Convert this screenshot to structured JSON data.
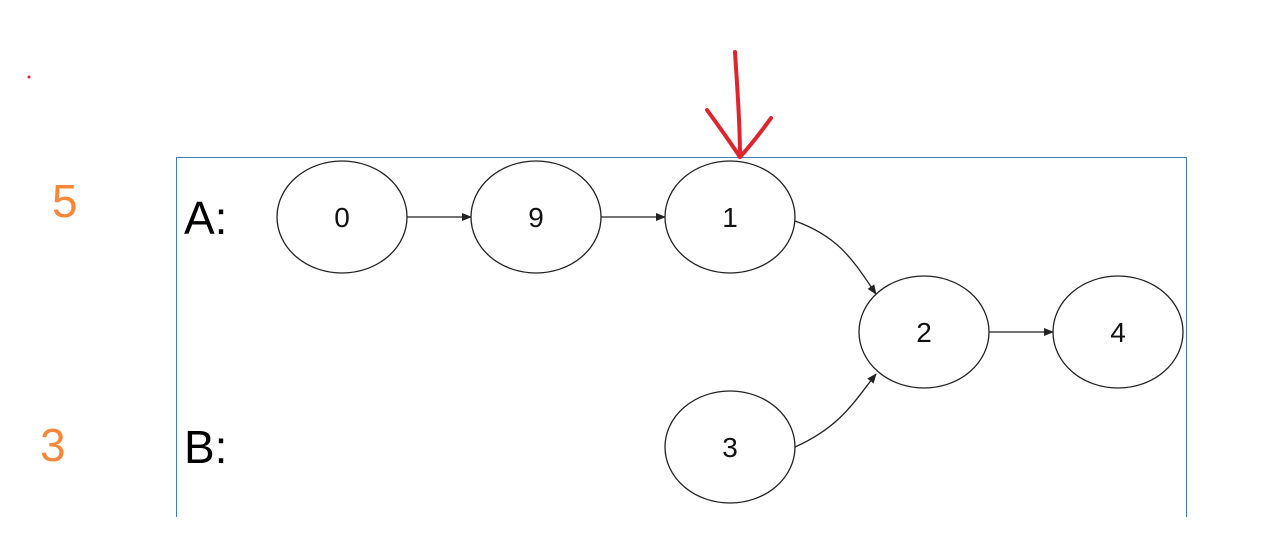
{
  "colors": {
    "count_label": "#f7883a",
    "pointer_arrow": "#e0242e",
    "frame": "#3b7fb6",
    "node_stroke": "#222222",
    "edge": "#222222"
  },
  "lists": {
    "a": {
      "label": "A:",
      "count": "5"
    },
    "b": {
      "label": "B:",
      "count": "3"
    }
  },
  "nodes": [
    {
      "id": "n0",
      "value": "0"
    },
    {
      "id": "n9",
      "value": "9"
    },
    {
      "id": "n1",
      "value": "1"
    },
    {
      "id": "n2",
      "value": "2"
    },
    {
      "id": "n4",
      "value": "4"
    },
    {
      "id": "n3",
      "value": "3"
    }
  ],
  "edges": [
    {
      "from": "n0",
      "to": "n9"
    },
    {
      "from": "n9",
      "to": "n1"
    },
    {
      "from": "n1",
      "to": "n2"
    },
    {
      "from": "n2",
      "to": "n4"
    },
    {
      "from": "n3",
      "to": "n2"
    }
  ],
  "pointer": {
    "target": "n1"
  }
}
